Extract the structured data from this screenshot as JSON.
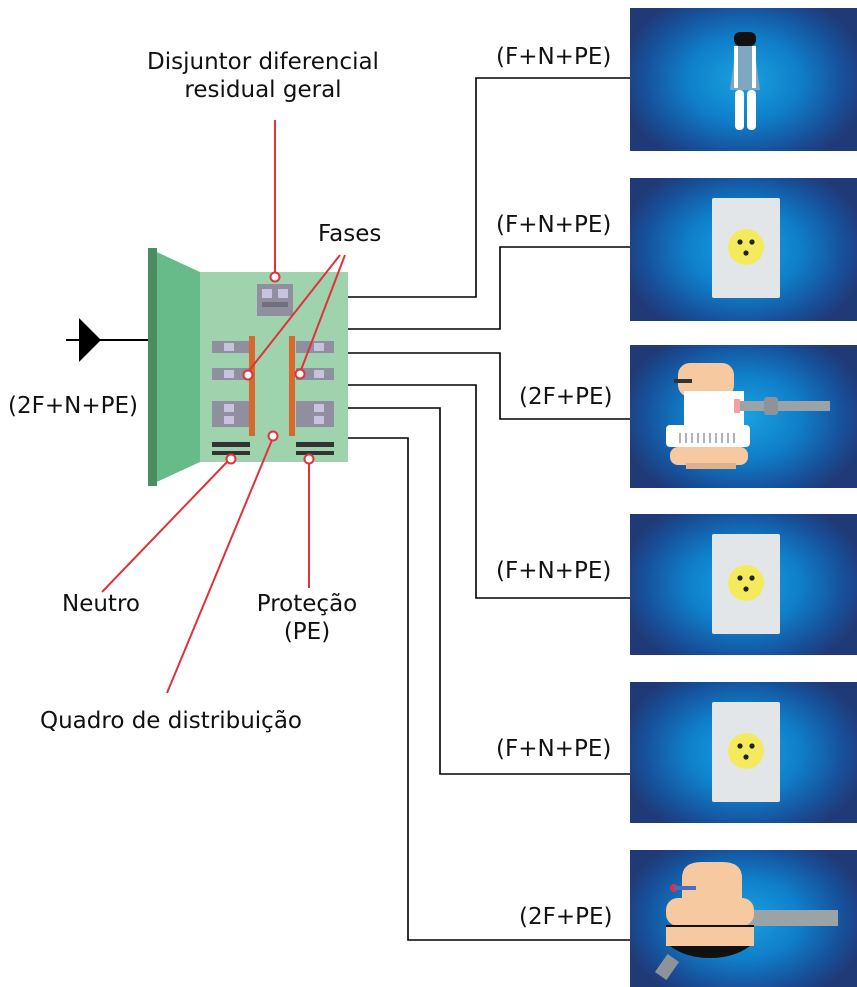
{
  "labels": {
    "main_breaker": [
      "Disjuntor diferencial",
      "residual geral"
    ],
    "phases": "Fases",
    "supply": "(2F+N+PE)",
    "neutral": "Neutro",
    "protection": [
      "Proteção",
      "(PE)"
    ],
    "board": "Quadro de distribuição"
  },
  "circuits": [
    {
      "label": "(F+N+PE)",
      "device": "lamp"
    },
    {
      "label": "(F+N+PE)",
      "device": "outlet"
    },
    {
      "label": "(2F+PE)",
      "device": "water-heater"
    },
    {
      "label": "(F+N+PE)",
      "device": "outlet"
    },
    {
      "label": "(F+N+PE)",
      "device": "outlet"
    },
    {
      "label": "(2F+PE)",
      "device": "shower"
    }
  ],
  "colors": {
    "board_green": "#9fd3ad",
    "door_green": "#66bb88",
    "door_edge": "#4a8d60",
    "callout_red": "#e0323c",
    "bus_orange": "#d9682f",
    "panel_blue": "#1a8ad4",
    "outlet_yellow": "#f5ea5e"
  }
}
